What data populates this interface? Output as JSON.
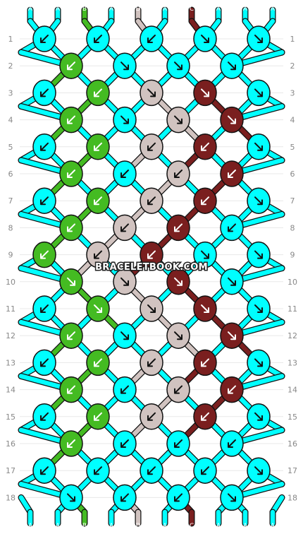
{
  "colors": {
    "A": "#00ffff",
    "B": "#44bb22",
    "C": "#7a1f1f",
    "D": "#d1c3c0",
    "outline": "#111111",
    "grid": "#e8e8e8"
  },
  "strands_top": [
    "A",
    "A",
    "B",
    "A",
    "D",
    "A",
    "C",
    "A",
    "A",
    "A"
  ],
  "strands_bottom": [
    "A",
    "A",
    "B",
    "A",
    "D",
    "A",
    "C",
    "A",
    "A",
    "A"
  ],
  "row_numbers": [
    "1",
    "2",
    "3",
    "4",
    "5",
    "6",
    "7",
    "8",
    "9",
    "10",
    "11",
    "12",
    "13",
    "14",
    "15",
    "16",
    "17",
    "18"
  ],
  "watermark": "BRACELETBOOK.COM",
  "knots": [
    [
      "A",
      "A",
      "A",
      "A",
      "A"
    ],
    [
      "B",
      "A",
      "A",
      "A"
    ],
    [
      "A",
      "B",
      "D",
      "C",
      "A"
    ],
    [
      "B",
      "A",
      "D",
      "C"
    ],
    [
      "A",
      "B",
      "D",
      "C",
      "A"
    ],
    [
      "B",
      "A",
      "D",
      "C"
    ],
    [
      "A",
      "B",
      "D",
      "C",
      "A"
    ],
    [
      "B",
      "D",
      "C",
      "A"
    ],
    [
      "B",
      "D",
      "C",
      "A",
      "A"
    ],
    [
      "B",
      "D",
      "C",
      "A"
    ],
    [
      "A",
      "B",
      "D",
      "C",
      "A"
    ],
    [
      "B",
      "A",
      "D",
      "C"
    ],
    [
      "A",
      "B",
      "D",
      "C",
      "A"
    ],
    [
      "B",
      "A",
      "D",
      "C"
    ],
    [
      "A",
      "B",
      "D",
      "C",
      "A"
    ],
    [
      "B",
      "A",
      "A",
      "A"
    ],
    [
      "A",
      "A",
      "A",
      "A",
      "A"
    ],
    [
      "A",
      "A",
      "A",
      "A"
    ]
  ],
  "arrows": [
    [
      "sw",
      "sw",
      "sw",
      "se",
      "se"
    ],
    [
      "sw",
      "se",
      "se",
      "se"
    ],
    [
      "sw",
      "sw",
      "se",
      "se",
      "se"
    ],
    [
      "sw",
      "se",
      "se",
      "se"
    ],
    [
      "sw",
      "sw",
      "sw",
      "sw",
      "se"
    ],
    [
      "sw",
      "sw",
      "sw",
      "sw"
    ],
    [
      "sw",
      "sw",
      "sw",
      "sw",
      "se"
    ],
    [
      "sw",
      "sw",
      "sw",
      "sw"
    ],
    [
      "sw",
      "sw",
      "sw",
      "se",
      "se"
    ],
    [
      "se",
      "se",
      "se",
      "se"
    ],
    [
      "sw",
      "se",
      "se",
      "se",
      "se"
    ],
    [
      "sw",
      "se",
      "se",
      "se"
    ],
    [
      "sw",
      "sw",
      "sw",
      "sw",
      "se"
    ],
    [
      "sw",
      "sw",
      "sw",
      "sw"
    ],
    [
      "sw",
      "sw",
      "sw",
      "sw",
      "se"
    ],
    [
      "sw",
      "sw",
      "sw",
      "sw"
    ],
    [
      "sw",
      "sw",
      "sw",
      "sw",
      "se"
    ],
    [
      "se",
      "sw",
      "sw",
      "se"
    ]
  ]
}
